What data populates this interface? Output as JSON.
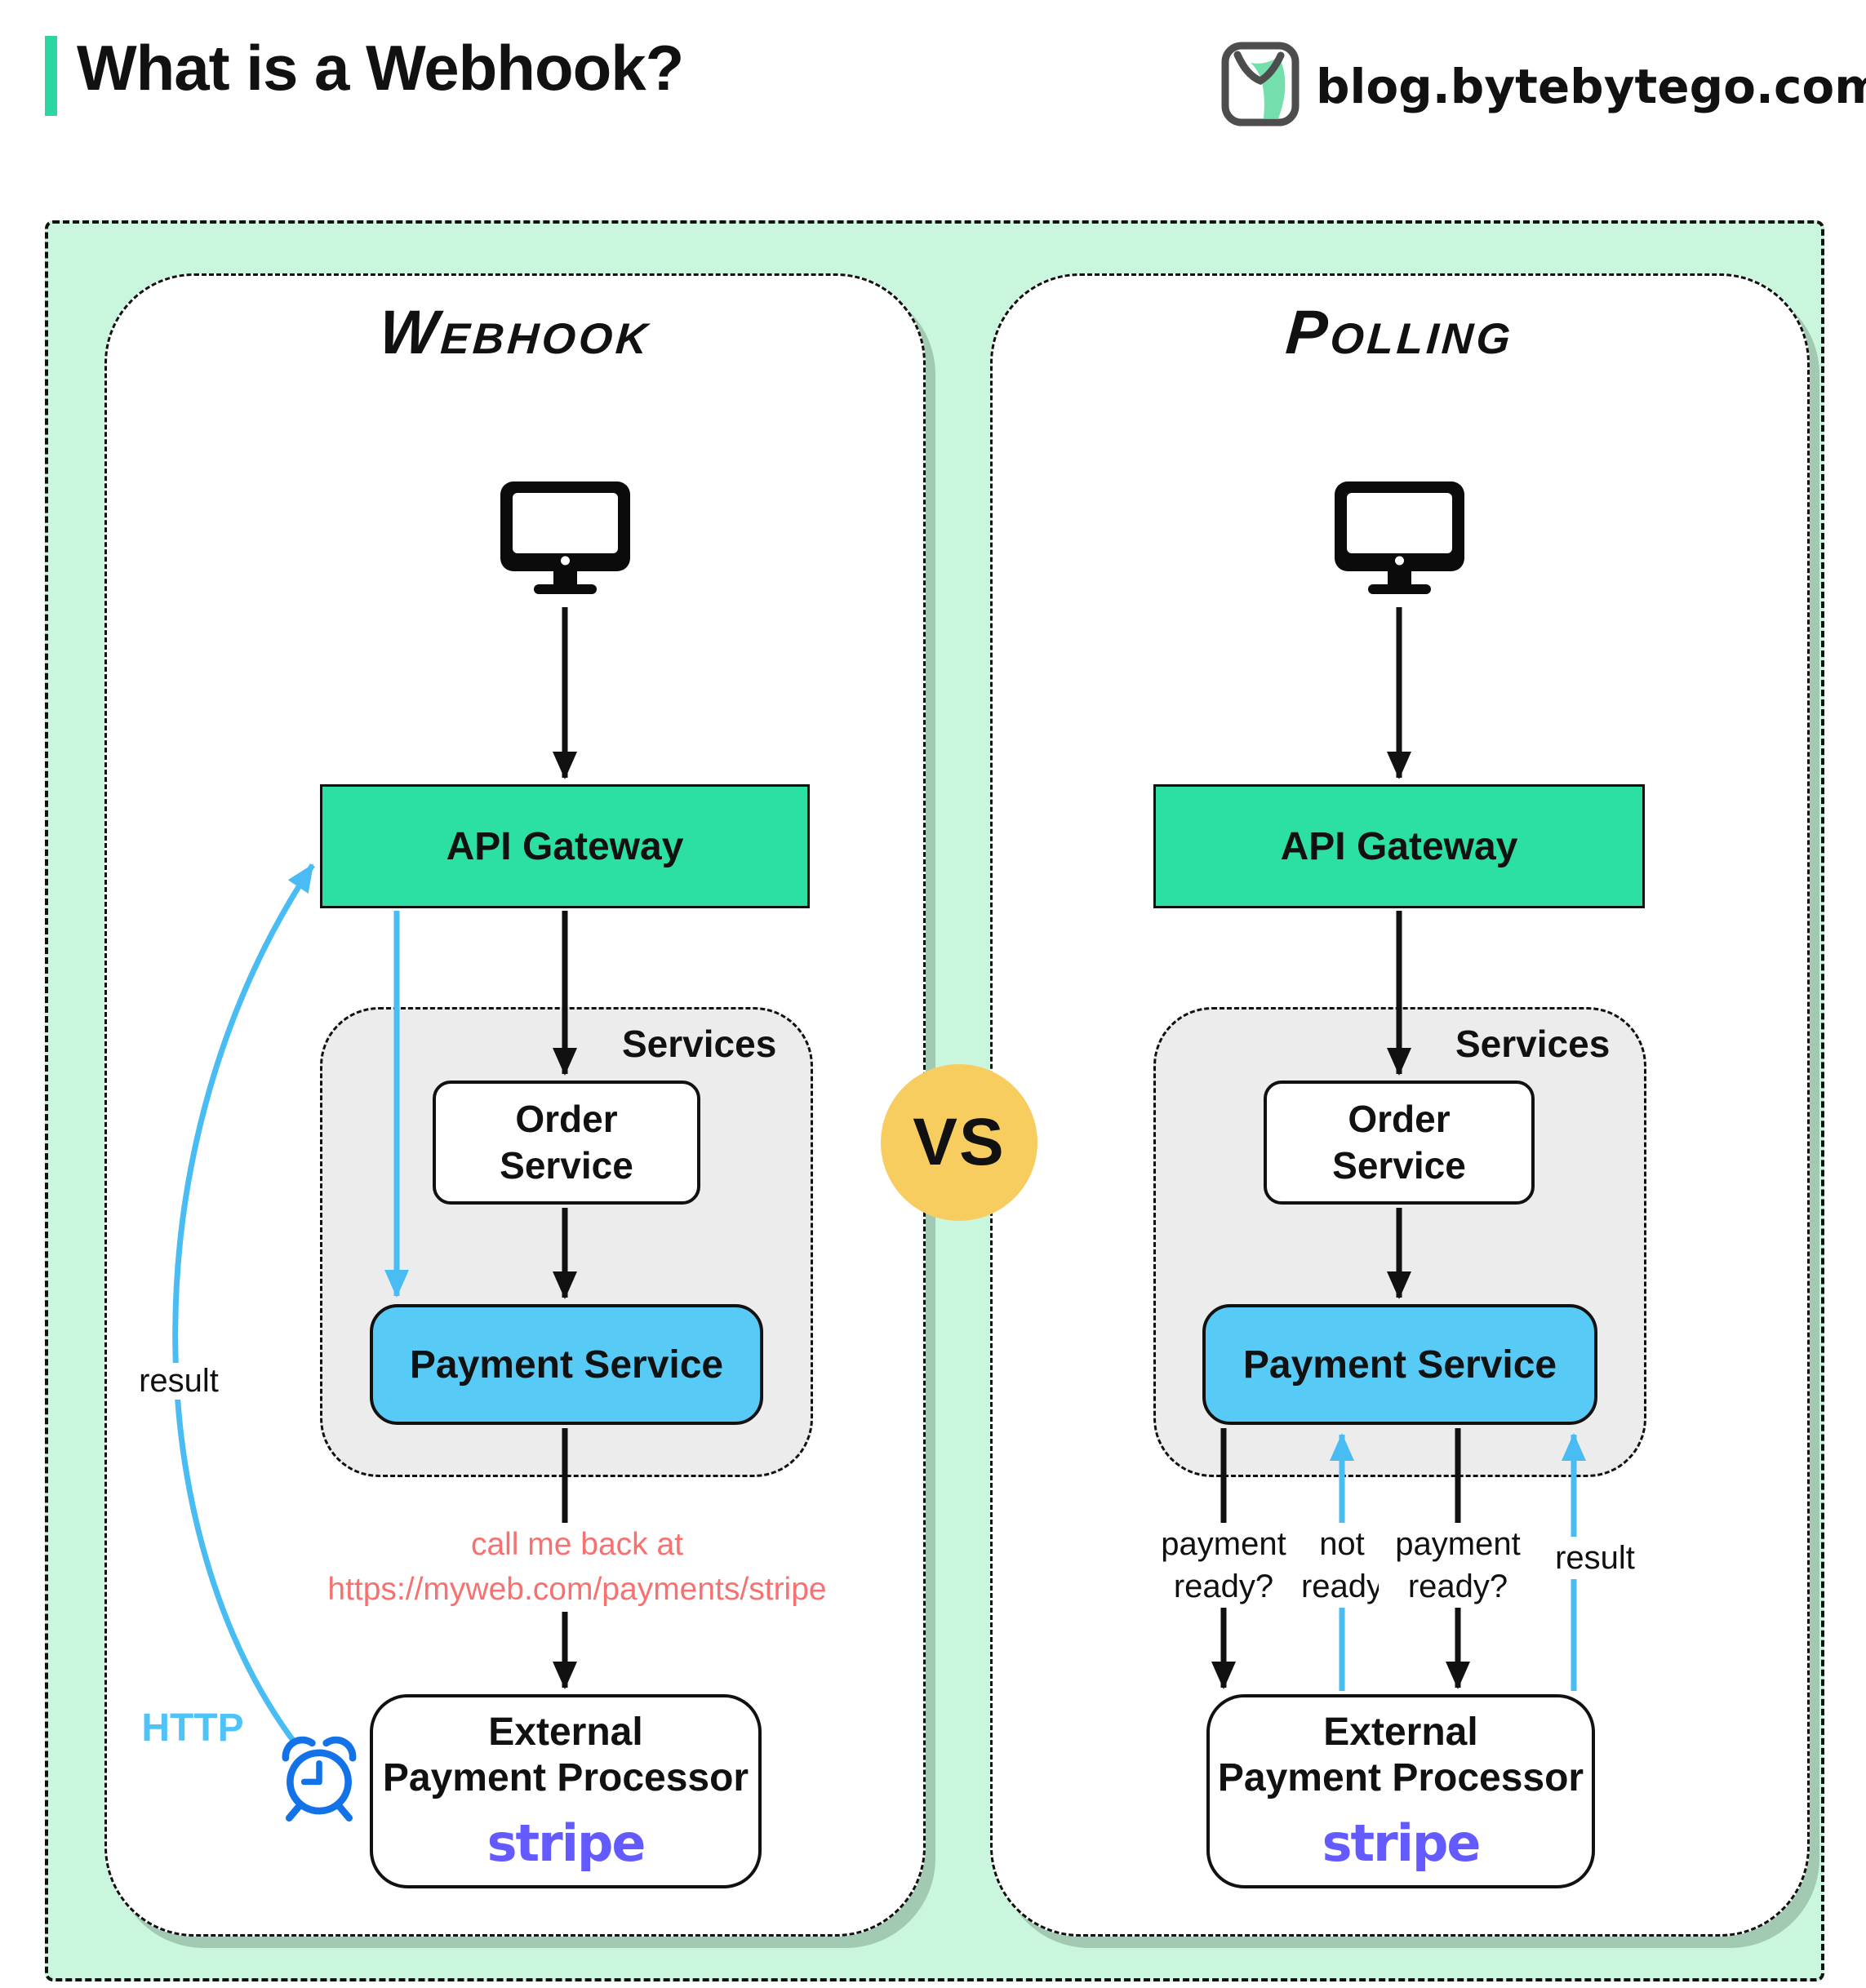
{
  "header": {
    "title": "What is a Webhook?",
    "site": "blog.bytebytego.com"
  },
  "vs_label": "VS",
  "colors": {
    "accent_teal": "#2bd6a2",
    "gateway_green": "#2ce0a3",
    "payment_blue": "#58caf6",
    "arrow_blue": "#49bdf3",
    "http_blue": "#4fc3f7",
    "vs_yellow": "#f7cd60",
    "callback_red": "#f77171",
    "stripe_purple": "#635bff",
    "clock_blue": "#1372e8",
    "mint_background": "#c9f6dd",
    "services_gray": "#ececec"
  },
  "panels": {
    "webhook": {
      "title": "Webhook",
      "api_gateway": "API Gateway",
      "services_label": "Services",
      "order_line1": "Order",
      "order_line2": "Service",
      "payment_service": "Payment Service",
      "callback_line1": "call me back at",
      "callback_line2": "https://myweb.com/payments/stripe",
      "external_line1": "External",
      "external_line2": "Payment Processor",
      "external_brand": "stripe",
      "result_label": "result",
      "http_label": "HTTP"
    },
    "polling": {
      "title": "Polling",
      "api_gateway": "API Gateway",
      "services_label": "Services",
      "order_line1": "Order",
      "order_line2": "Service",
      "payment_service": "Payment Service",
      "external_line1": "External",
      "external_line2": "Payment Processor",
      "external_brand": "stripe",
      "arrow_labels": {
        "query1_line1": "payment",
        "query1_line2": "ready?",
        "notready_line1": "not",
        "notready_line2": "ready",
        "query2_line1": "payment",
        "query2_line2": "ready?",
        "result": "result"
      }
    }
  }
}
